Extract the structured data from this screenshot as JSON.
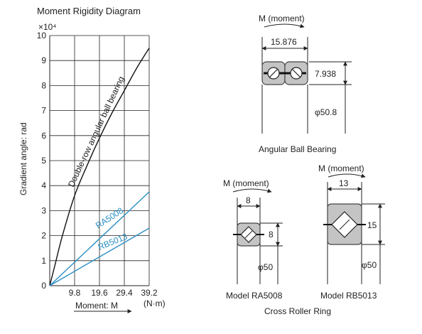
{
  "chart_data": {
    "type": "line",
    "title": "Moment Rigidity Diagram",
    "multiplier": "×10⁴",
    "xlabel": "Moment: M",
    "xunit": "(N·m)",
    "ylabel": "Gradient angle: rad",
    "xlim": [
      0,
      39.2
    ],
    "ylim": [
      0,
      10
    ],
    "xticks": [
      "9.8",
      "19.6",
      "29.4",
      "39.2"
    ],
    "yticks": [
      "0",
      "1",
      "2",
      "3",
      "4",
      "5",
      "6",
      "7",
      "8",
      "9",
      "10"
    ],
    "grid": true,
    "series": [
      {
        "name": "Double-row angular ball bearing",
        "x": [
          0,
          2,
          5,
          9.8,
          14.7,
          19.6,
          24.5,
          29.4,
          34.3,
          39.2
        ],
        "y": [
          0,
          0.8,
          2.0,
          3.6,
          4.8,
          5.9,
          6.9,
          7.8,
          8.7,
          9.5
        ]
      },
      {
        "name": "RA5008",
        "x": [
          0,
          39.2
        ],
        "y": [
          0,
          3.75
        ]
      },
      {
        "name": "RB5013",
        "x": [
          0,
          39.2
        ],
        "y": [
          0,
          2.3
        ]
      }
    ]
  },
  "diagrams": {
    "angular": {
      "moment_label": "M (moment)",
      "width_dim": "15.876",
      "height_dim": "7.938",
      "dia_dim": "φ50.8",
      "caption": "Angular Ball Bearing"
    },
    "ra5008": {
      "moment_label": "M (moment)",
      "width_dim": "8",
      "height_dim": "8",
      "dia_dim": "φ50",
      "caption": "Model RA5008"
    },
    "rb5013": {
      "moment_label": "M (moment)",
      "width_dim": "13",
      "height_dim": "15",
      "dia_dim": "φ50",
      "caption": "Model RB5013"
    },
    "group_caption": "Cross Roller Ring"
  },
  "colors": {
    "blue_series": "#2b8fc3",
    "black_series": "#111111",
    "ring_fill": "#c4c4c4",
    "ring_stroke": "#444444"
  }
}
